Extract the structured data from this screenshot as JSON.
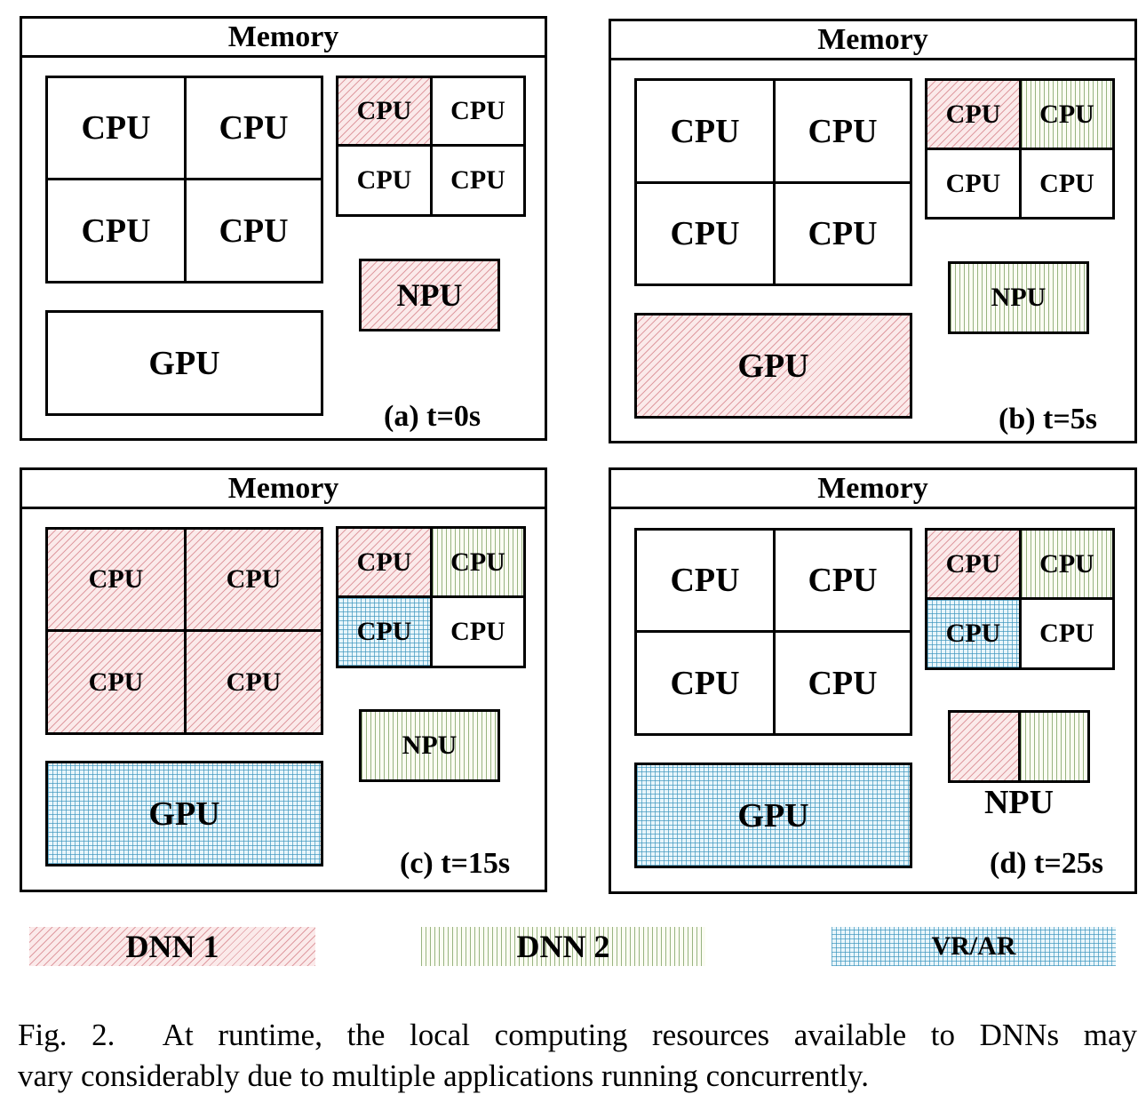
{
  "panels": {
    "a": {
      "memory": "Memory",
      "time": "(a) t=0s",
      "big_cpus": [
        "CPU",
        "CPU",
        "CPU",
        "CPU"
      ],
      "small_cpus": [
        "CPU",
        "CPU",
        "CPU",
        "CPU"
      ],
      "npu": "NPU",
      "gpu": "GPU"
    },
    "b": {
      "memory": "Memory",
      "time": "(b) t=5s",
      "big_cpus": [
        "CPU",
        "CPU",
        "CPU",
        "CPU"
      ],
      "small_cpus": [
        "CPU",
        "CPU",
        "CPU",
        "CPU"
      ],
      "npu": "NPU",
      "gpu": "GPU"
    },
    "c": {
      "memory": "Memory",
      "time": "(c) t=15s",
      "big_cpus": [
        "CPU",
        "CPU",
        "CPU",
        "CPU"
      ],
      "small_cpus": [
        "CPU",
        "CPU",
        "CPU",
        "CPU"
      ],
      "npu": "NPU",
      "gpu": "GPU"
    },
    "d": {
      "memory": "Memory",
      "time": "(d) t=25s",
      "big_cpus": [
        "CPU",
        "CPU",
        "CPU",
        "CPU"
      ],
      "small_cpus": [
        "CPU",
        "CPU",
        "CPU",
        "CPU"
      ],
      "npu": "NPU",
      "gpu": "GPU"
    }
  },
  "legend": {
    "dnn1": "DNN 1",
    "dnn2": "DNN 2",
    "vrar": "VR/AR"
  },
  "colors": {
    "dnn1": "#c85a64",
    "dnn2": "#6e9650",
    "vrar": "#3c96be"
  },
  "caption": {
    "line1": "Fig. 2.  At runtime, the local computing resources available to DNNs may",
    "line2": "vary considerably due to multiple applications running concurrently."
  }
}
